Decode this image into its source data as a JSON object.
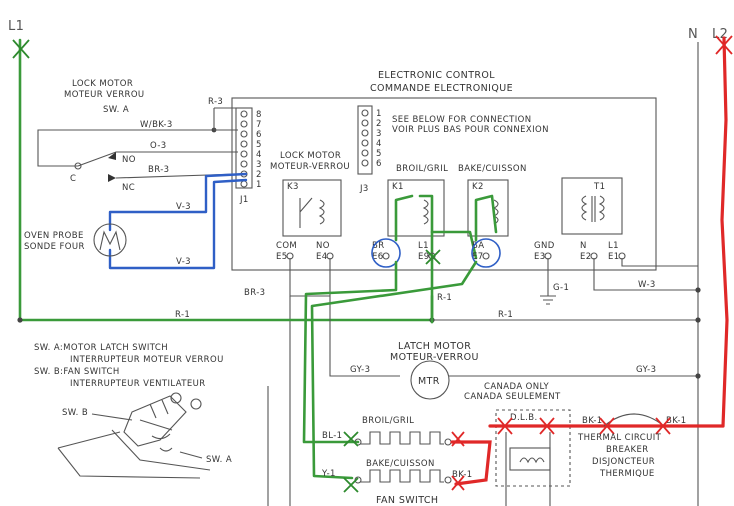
{
  "rails": {
    "l1": "L1",
    "n": "N",
    "l2": "L2"
  },
  "lock_motor_switch": {
    "title_en": "LOCK MOTOR",
    "title_fr": "MOTEUR VERROU",
    "sw": "SW. A",
    "no": "NO",
    "nc": "NC",
    "c": "C"
  },
  "control": {
    "title_en": "ELECTRONIC CONTROL",
    "title_fr": "COMMANDE ELECTRONIQUE",
    "see_en": "SEE BELOW FOR CONNECTION",
    "see_fr": "VOIR PLUS BAS POUR CONNEXION"
  },
  "connectors": {
    "j1": "J1",
    "j3": "J3",
    "j1_pins": [
      "8",
      "7",
      "6",
      "5",
      "4",
      "3",
      "2",
      "1"
    ],
    "j3_pins": [
      "1",
      "2",
      "3",
      "4",
      "5",
      "6"
    ]
  },
  "relays": {
    "lock_en": "LOCK MOTOR",
    "lock_fr": "MOTEUR-VERROU",
    "broil": "BROIL/GRIL",
    "bake": "BAKE/CUISSON",
    "k3": "K3",
    "k1": "K1",
    "k2": "K2",
    "t1": "T1"
  },
  "terminals": {
    "com": "COM",
    "e5": "E5",
    "no": "NO",
    "e4": "E4",
    "br": "BR",
    "e6": "E6",
    "l1": "L1",
    "e9": "E9",
    "ba": "BA",
    "e7": "E7",
    "gnd": "GND",
    "e3": "E3",
    "n": "N",
    "e2": "E2",
    "l1b": "L1",
    "e1": "E1"
  },
  "wires": {
    "r3": "R-3",
    "wbk3": "W/BK-3",
    "o3": "O-3",
    "br3": "BR-3",
    "v3a": "V-3",
    "v3b": "V-3",
    "br3b": "BR-3",
    "r1": "R-1",
    "r1b": "R-1",
    "r1c": "R-1",
    "g1": "G-1",
    "w3": "W-3",
    "gy3a": "GY-3",
    "gy3b": "GY-3",
    "bl1": "BL-1",
    "y1": "Y-1",
    "bk1a": "BK-1",
    "bk1b": "BK-1",
    "bk1c": "BK-1"
  },
  "probe": {
    "en": "OVEN PROBE",
    "fr": "SONDE FOUR"
  },
  "legend": {
    "a": "SW. A:MOTOR LATCH SWITCH",
    "a_fr": "INTERRUPTEUR MOTEUR VERROU",
    "b": "SW. B:FAN SWITCH",
    "b_fr": "INTERRUPTEUR VENTILATEUR",
    "sw_b": "SW. B",
    "sw_a": "SW. A"
  },
  "latch": {
    "en": "LATCH MOTOR",
    "fr": "MOTEUR-VERROU",
    "mtr": "MTR",
    "canada_en": "CANADA ONLY",
    "canada_fr": "CANADA SEULEMENT"
  },
  "elements": {
    "broil": "BROIL/GRIL",
    "bake": "BAKE/CUISSON",
    "fan": "FAN SWITCH",
    "dlb": "D.L.B."
  },
  "breaker": {
    "l1": "THERMAL CIRCUIT",
    "l2": "BREAKER",
    "l3": "DISJONCTEUR",
    "l4": "THERMIQUE"
  },
  "colors": {
    "green": "#3a9a3a",
    "blue": "#2f5fc6",
    "red": "#e02828",
    "ink": "#555555"
  }
}
